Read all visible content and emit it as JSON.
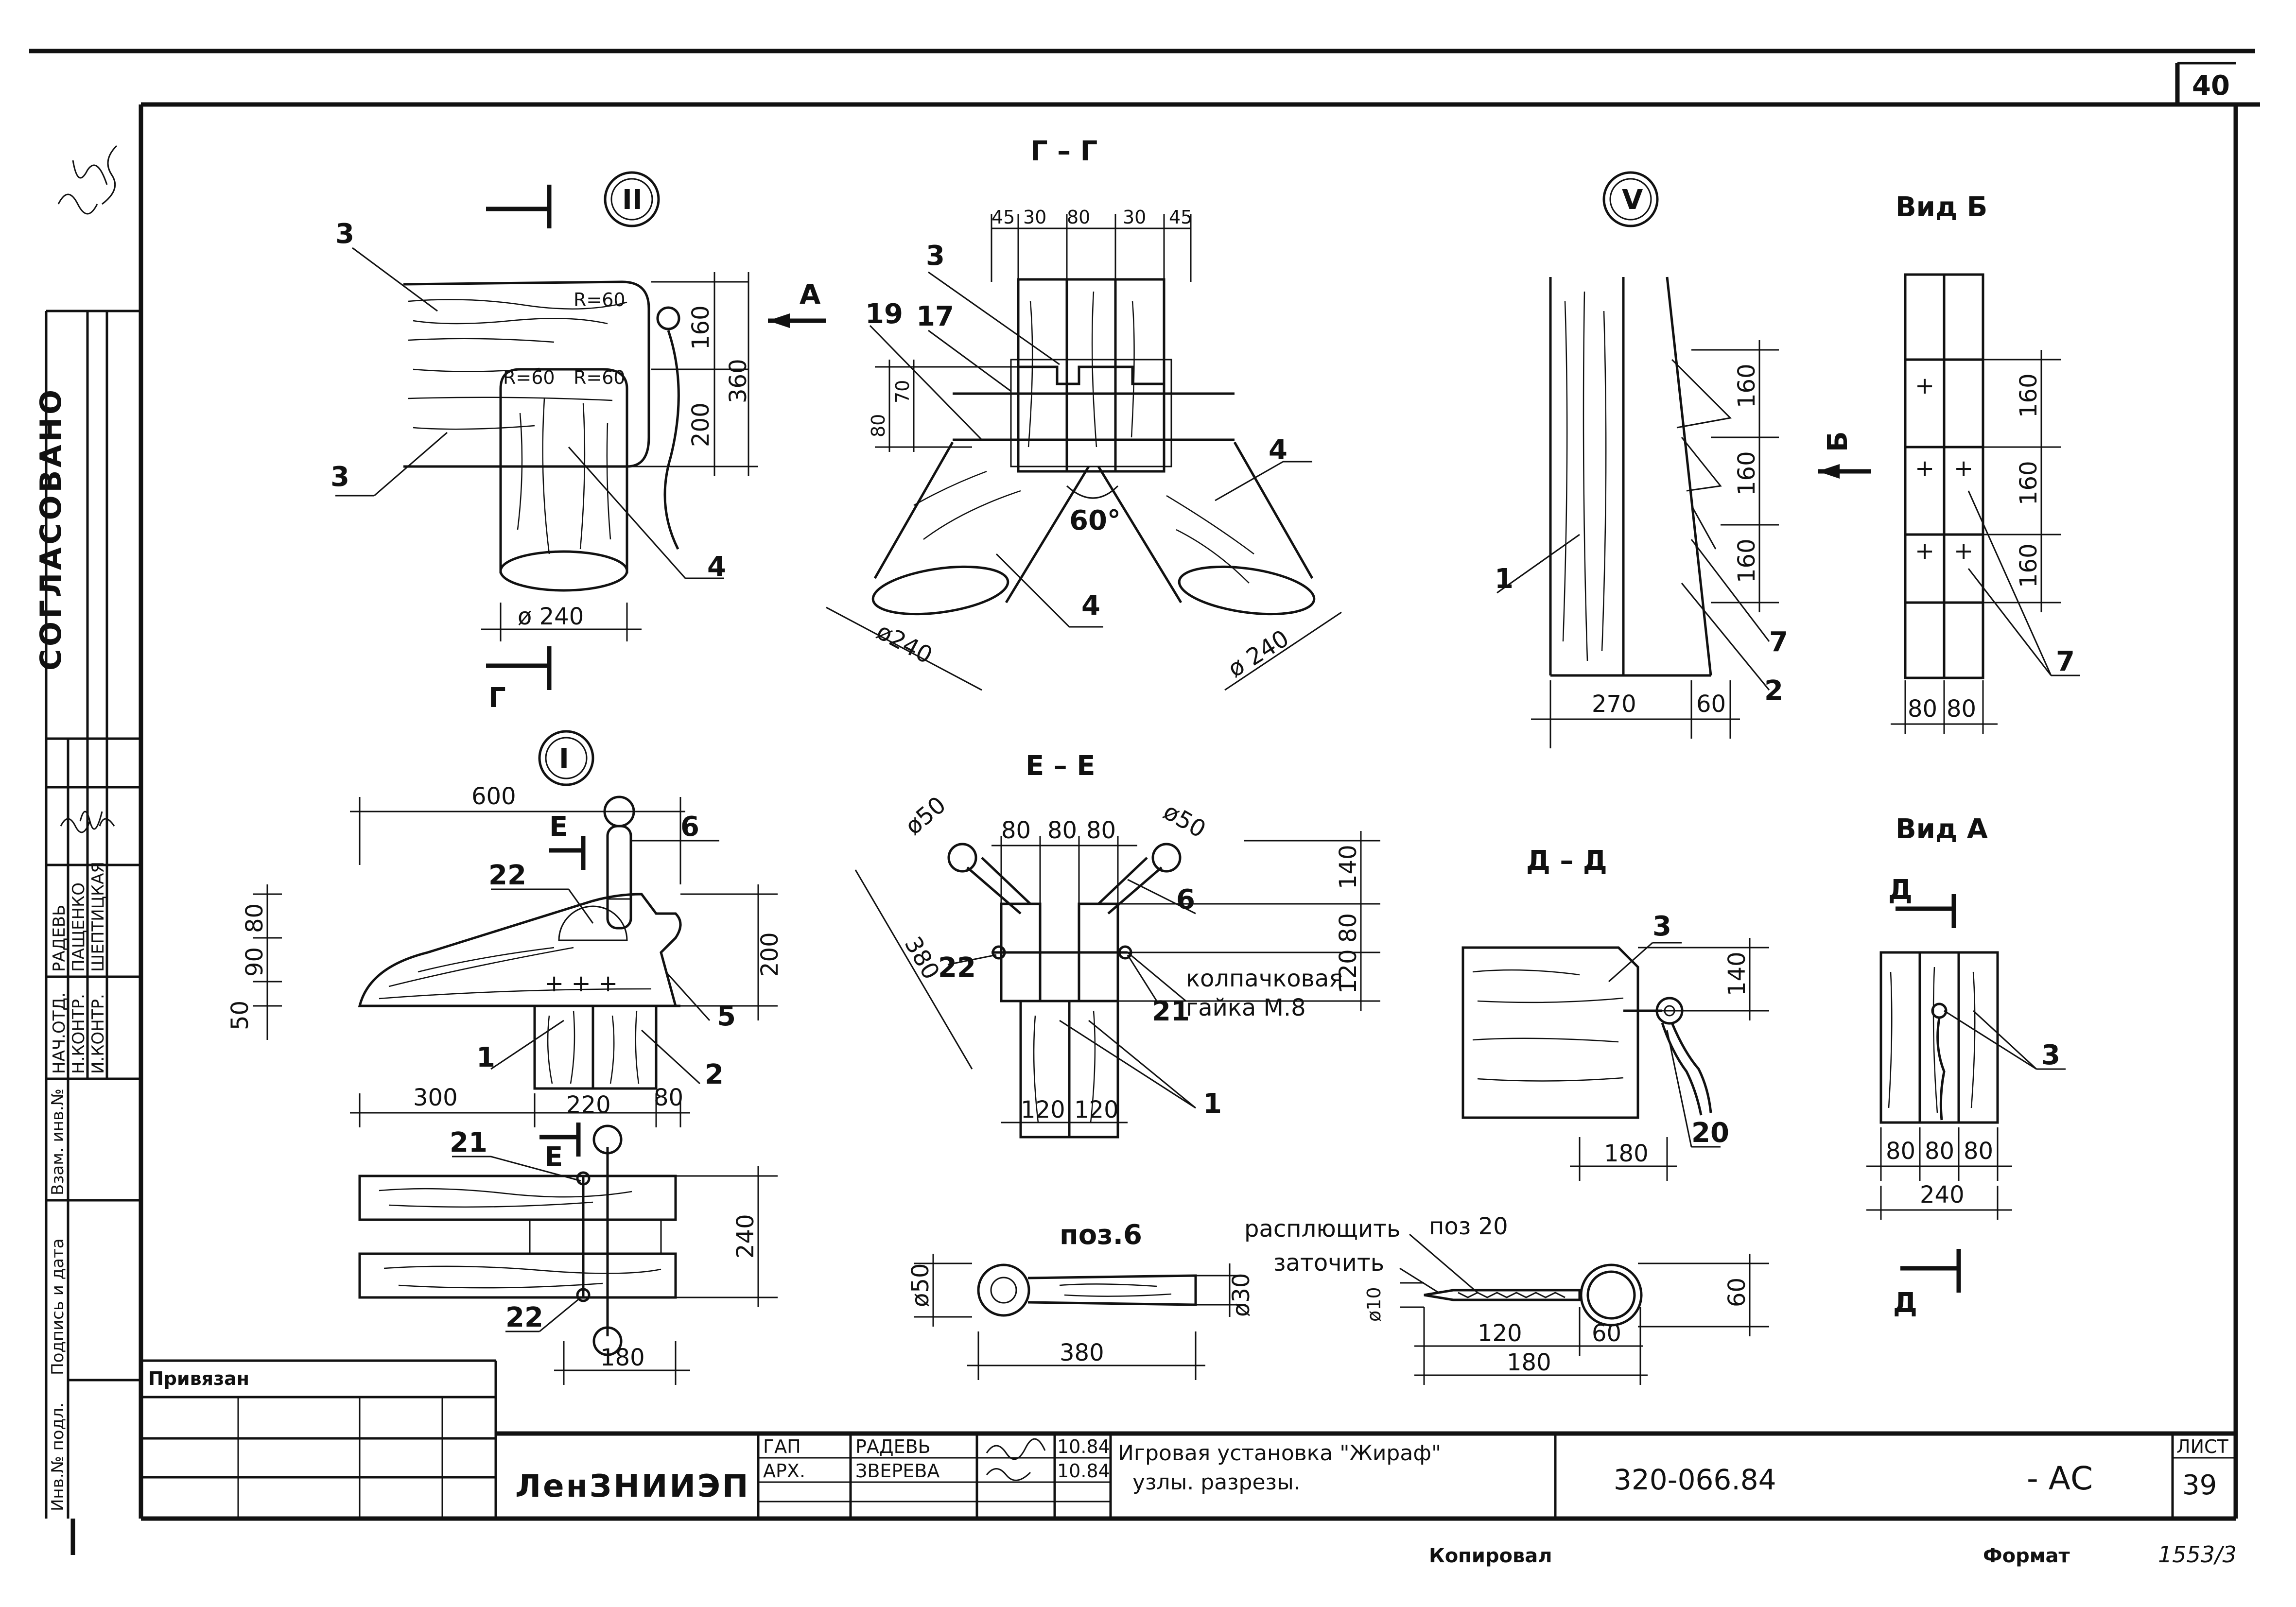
{
  "sheet": {
    "page_number": "40",
    "sheet_label": "ЛИСТ",
    "sheet_number": "39",
    "organization": "ЛенЗНИИЭП",
    "title_line1": "Игровая установка \"Жираф\"",
    "title_line2": "узлы.  разрезы.",
    "doc_code": "320-066.84",
    "doc_suffix": "- АС",
    "bound_label": "Привязан",
    "copied_label": "Копировал",
    "format_label": "Формат",
    "inventory_mark": "1553/3",
    "approved_label": "СОГЛАСОВАНО",
    "signature_rows": [
      {
        "role": "ГАП",
        "name": "РАДЕВЬ",
        "date": "10.84"
      },
      {
        "role": "АРХ.",
        "name": "ЗВЕРЕВА",
        "date": "10.84"
      }
    ],
    "left_stamp": [
      {
        "role": "НАЧ.ОТД.",
        "name": "РАДЕВЬ"
      },
      {
        "role": "Н.КОНТР.",
        "name": "ПАЩЕНКО"
      },
      {
        "role": "И.КОНТР.",
        "name": "ШЕПТИЦКАЯ"
      }
    ],
    "left_strip": [
      "Инв.№ подл.",
      "Подпись и дата",
      "Взам. инв.№"
    ]
  },
  "views": {
    "node2": {
      "mark": "II",
      "dims": [
        "R=60",
        "R=60",
        "R=60",
        "160",
        "360",
        "200",
        "ø 240"
      ],
      "positions": [
        "3",
        "3",
        "4"
      ],
      "arrow_a": "А",
      "arrow_g": "Г"
    },
    "section_gg": {
      "title": "Г – Г",
      "dims": [
        "45",
        "30",
        "80",
        "30",
        "45",
        "80",
        "70",
        "ø240",
        "ø 240",
        "60°"
      ],
      "positions": [
        "3",
        "19",
        "17",
        "4",
        "4"
      ]
    },
    "node5": {
      "mark": "V",
      "dims": [
        "160",
        "160",
        "160",
        "270",
        "60"
      ],
      "positions": [
        "1",
        "2",
        "7"
      ],
      "arrow_b": "Б"
    },
    "view_b": {
      "title": "Вид Б",
      "dims": [
        "160",
        "160",
        "160",
        "80",
        "80"
      ],
      "positions": [
        "7"
      ]
    },
    "node1": {
      "mark": "I",
      "dims": [
        "600",
        "300",
        "220",
        "80",
        "80",
        "90",
        "50",
        "200"
      ],
      "positions": [
        "22",
        "6",
        "1",
        "2",
        "5"
      ],
      "arrow_e": "Е"
    },
    "section_ee": {
      "title": "Е – Е",
      "dims": [
        "ø50",
        "ø50",
        "80",
        "80",
        "80",
        "140",
        "80",
        "120",
        "120",
        "120",
        "380"
      ],
      "positions": [
        "22",
        "6",
        "21",
        "1"
      ],
      "note_line1": "колпачковая",
      "note_line2": "гайка М.8"
    },
    "section_dd": {
      "title": "Д – Д",
      "dims": [
        "140",
        "180"
      ],
      "positions": [
        "3",
        "20"
      ]
    },
    "view_a": {
      "title": "Вид А",
      "dims": [
        "80",
        "80",
        "80",
        "240"
      ],
      "positions": [
        "3"
      ],
      "arrow_d": "Д"
    },
    "plan": {
      "dims": [
        "240",
        "180"
      ],
      "positions": [
        "21",
        "22"
      ],
      "arrow_e": "Е"
    },
    "pos6": {
      "title": "поз.6",
      "dims": [
        "ø50",
        "ø30",
        "380"
      ]
    },
    "pos20": {
      "title": "поз 20",
      "note1": "расплющить",
      "note2": "заточить",
      "dims": [
        "ø10",
        "120",
        "60",
        "180",
        "60"
      ]
    }
  }
}
